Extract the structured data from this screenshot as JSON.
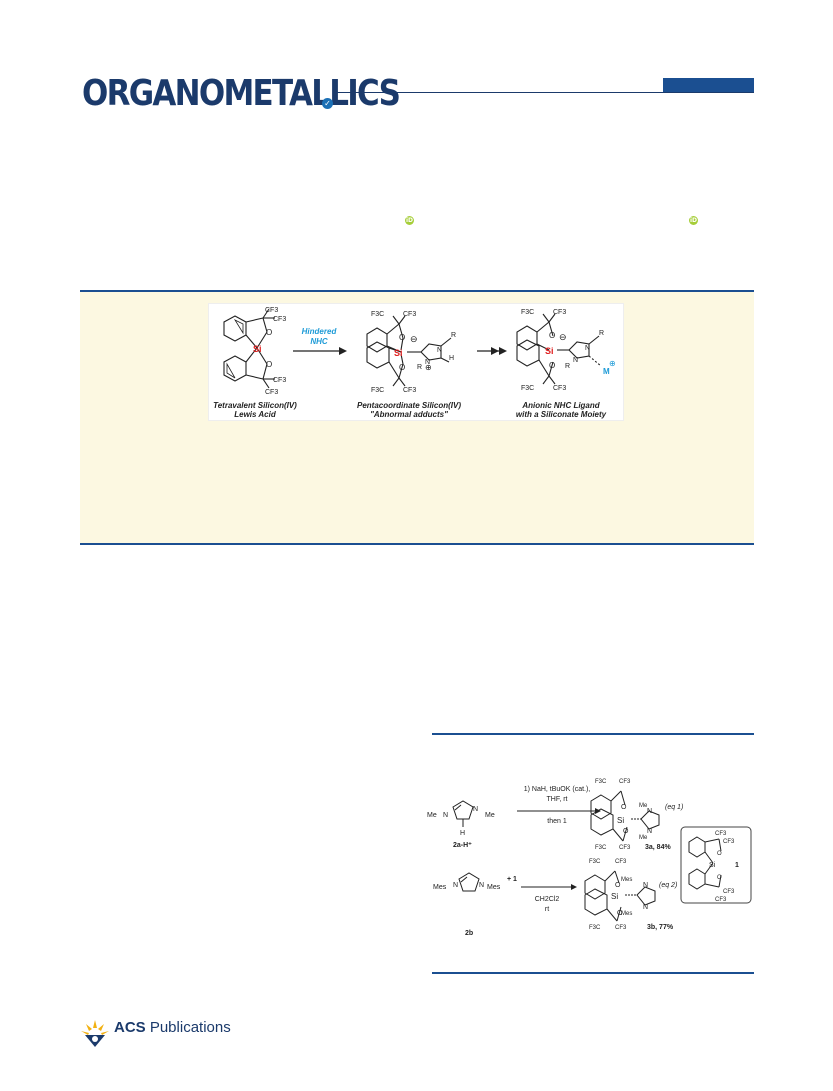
{
  "header": {
    "journal_name": "ORGANOMETALLICS",
    "check_icon": "check-circle-icon",
    "orcid_icon": "orcid-icon",
    "accent_color": "#1b4f91"
  },
  "abstract_graphic": {
    "reagent_label_1": "Hindered",
    "reagent_label_2": "NHC",
    "caption_left_1": "Tetravalent Silicon(IV)",
    "caption_left_2": "Lewis Acid",
    "caption_mid_1": "Pentacoordinate Silicon(IV)",
    "caption_mid_2": "\"Abnormal adducts\"",
    "caption_right_1": "Anionic NHC Ligand",
    "caption_right_2": "with a Siliconate Moiety",
    "atom_si": "Si",
    "atom_o": "O",
    "atom_n": "N",
    "atom_h": "H",
    "atom_r": "R",
    "atom_m": "M",
    "group_cf3": "CF3",
    "group_f3c": "F3C",
    "charge_minus": "⊖",
    "charge_plus": "⊕",
    "background": "#fcf8e1"
  },
  "scheme": {
    "eq1_cond_1": "1) NaH, tBuOK (cat.),",
    "eq1_cond_2": "THF, rt",
    "eq1_cond_3": "then 1",
    "eq1_label": "(eq 1)",
    "eq2_label": "(eq 2)",
    "eq2_cond_1": "CH2Cl2",
    "eq2_cond_2": "rt",
    "cmpd_2aH": "2a-H⁺",
    "cmpd_2b": "2b",
    "cmpd_1": "1",
    "plus_1": "+ 1",
    "prod_3a": "3a, 84%",
    "prod_3b": "3b, 77%",
    "me": "Me",
    "mes": "Mes",
    "h": "H",
    "n": "N",
    "si": "Si",
    "o": "O",
    "cf3": "CF3",
    "f3c": "F3C"
  },
  "footer": {
    "publisher_bold": "ACS",
    "publisher_rest": " Publications",
    "logo_icon": "acs-publications-logo-icon"
  }
}
